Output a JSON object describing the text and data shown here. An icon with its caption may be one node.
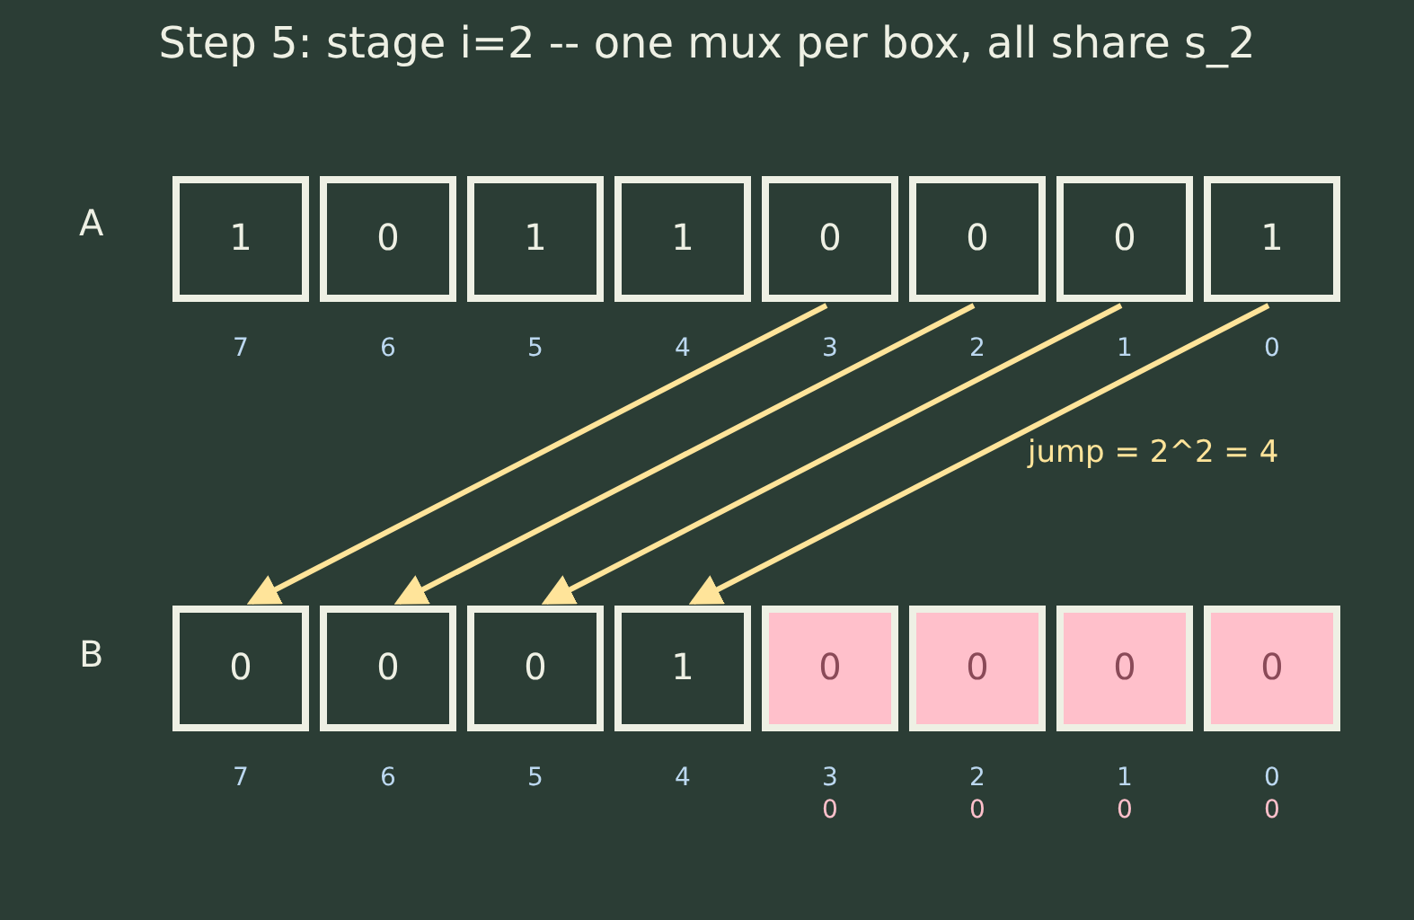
{
  "diagram": {
    "title": "Step 5: stage i=2 -- one mux per box, all share s_2",
    "nodes": [
      {
        "text": [
          "1"
        ],
        "beside": [
          "7"
        ]
      },
      {
        "text": [
          "0"
        ],
        "beside": [
          "6"
        ]
      },
      {
        "text": [
          "1"
        ],
        "beside": [
          "5"
        ]
      },
      {
        "text": [
          "1"
        ],
        "beside": [
          "4"
        ]
      },
      {
        "text": [
          "0"
        ],
        "beside": [
          "3"
        ]
      },
      {
        "text": [
          "0"
        ],
        "beside": [
          "2"
        ]
      },
      {
        "text": [
          "0"
        ],
        "beside": [
          "1"
        ]
      },
      {
        "text": [
          "1"
        ],
        "beside": [
          "0"
        ]
      },
      {
        "text": [
          "0"
        ],
        "beside": [
          "7"
        ]
      },
      {
        "text": [
          "0"
        ],
        "beside": [
          "6"
        ]
      },
      {
        "text": [
          "0"
        ],
        "beside": [
          "5"
        ]
      },
      {
        "text": [
          "1"
        ],
        "beside": [
          "4"
        ]
      },
      {
        "text": [
          "0"
        ],
        "beside": [
          "3",
          "0"
        ]
      },
      {
        "text": [
          "0"
        ],
        "beside": [
          "2",
          "0"
        ]
      },
      {
        "text": [
          "0"
        ],
        "beside": [
          "1",
          "0"
        ]
      },
      {
        "text": [
          "0"
        ],
        "beside": [
          "0",
          "0"
        ]
      }
    ],
    "edges": [
      {
        "from": 4,
        "to": 8,
        "arrow": "to"
      },
      {
        "from": 5,
        "to": 9,
        "arrow": "to"
      },
      {
        "from": 6,
        "to": 10,
        "arrow": "to"
      },
      {
        "from": 7,
        "to": 11,
        "arrow": "to"
      }
    ],
    "labels": [
      "A",
      "jump = 2^2 = 4",
      "B"
    ]
  }
}
